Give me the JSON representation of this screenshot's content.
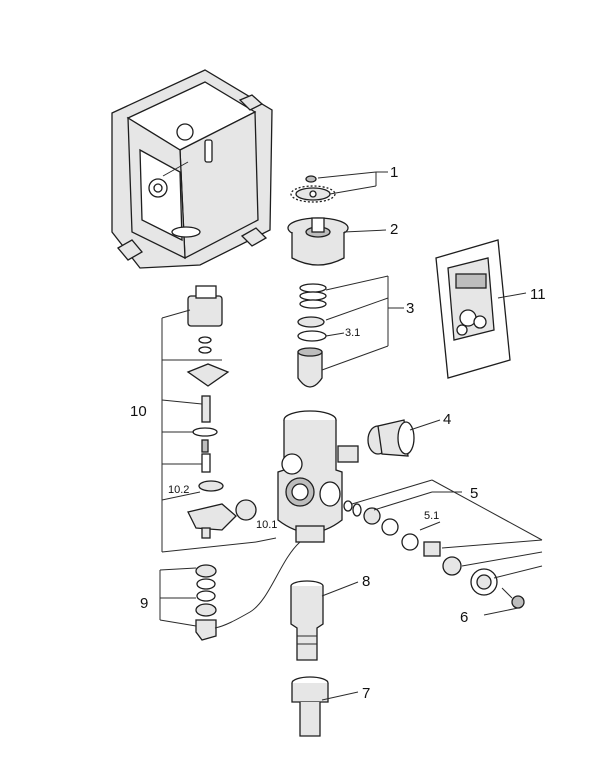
{
  "callouts": {
    "c1": "1",
    "c2": "2",
    "c3": "3",
    "c3_1": "3.1",
    "c4": "4",
    "c5": "5",
    "c5_1": "5.1",
    "c6": "6",
    "c7": "7",
    "c8": "8",
    "c9": "9",
    "c10": "10",
    "c10_1": "10.1",
    "c10_2": "10.2",
    "c11": "11"
  }
}
